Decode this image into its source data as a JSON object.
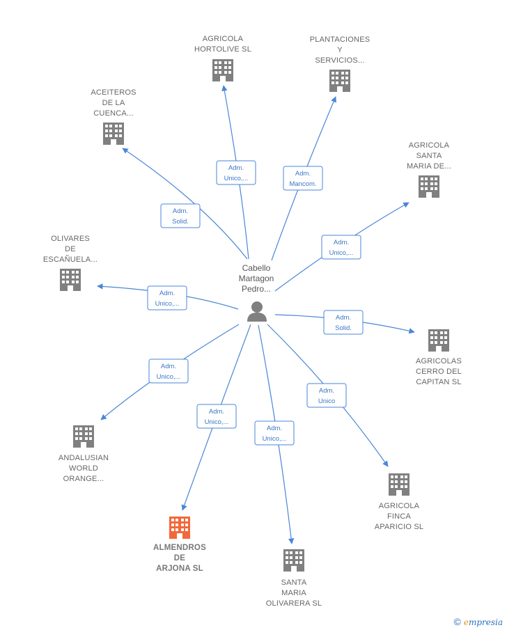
{
  "center": {
    "name_lines": [
      "Cabello",
      "Martagon",
      "Pedro..."
    ],
    "icon": "person-icon"
  },
  "companies": [
    {
      "id": "agricola-hortolive",
      "lines": [
        "AGRICOLA",
        "HORTOLIVE  SL"
      ],
      "role": [
        "Adm.",
        "Unico,..."
      ],
      "highlight": false
    },
    {
      "id": "plantaciones-y-servicios",
      "lines": [
        "PLANTACIONES",
        "Y",
        "SERVICIOS..."
      ],
      "role": [
        "Adm.",
        "Mancom."
      ],
      "highlight": false
    },
    {
      "id": "aceiteros-de-la-cuenca",
      "lines": [
        "ACEITEROS",
        "DE LA",
        "CUENCA..."
      ],
      "role": [
        "Adm.",
        "Solid."
      ],
      "highlight": false
    },
    {
      "id": "agricola-santa-maria",
      "lines": [
        "AGRICOLA",
        "SANTA",
        "MARIA DE..."
      ],
      "role": [
        "Adm.",
        "Unico,..."
      ],
      "highlight": false
    },
    {
      "id": "olivares-de-escanuela",
      "lines": [
        "OLIVARES",
        "DE",
        "ESCAÑUELA..."
      ],
      "role": [
        "Adm.",
        "Unico,..."
      ],
      "highlight": false
    },
    {
      "id": "agricolas-cerro-del-capitan",
      "lines": [
        "AGRICOLAS",
        "CERRO DEL",
        "CAPITAN  SL"
      ],
      "role": [
        "Adm.",
        "Solid."
      ],
      "highlight": false
    },
    {
      "id": "andalusian-world-orange",
      "lines": [
        "ANDALUSIAN",
        "WORLD",
        "ORANGE..."
      ],
      "role": [
        "Adm.",
        "Unico,..."
      ],
      "highlight": false
    },
    {
      "id": "agricola-finca-aparicio",
      "lines": [
        "AGRICOLA",
        "FINCA",
        "APARICIO  SL"
      ],
      "role": [
        "Adm.",
        "Unico"
      ],
      "highlight": false
    },
    {
      "id": "almendros-de-arjona",
      "lines": [
        "ALMENDROS",
        "DE",
        "ARJONA  SL"
      ],
      "role": [
        "Adm.",
        "Unico,..."
      ],
      "highlight": true
    },
    {
      "id": "santa-maria-olivarera",
      "lines": [
        "SANTA",
        "MARIA",
        "OLIVARERA  SL"
      ],
      "role": [
        "Adm.",
        "Unico,..."
      ],
      "highlight": false
    }
  ],
  "colors": {
    "edge": "#4a86d8",
    "building": "#808080",
    "building_highlight": "#f2683a",
    "person": "#808080"
  },
  "footer": {
    "copyright_symbol": "©",
    "brand_first": "e",
    "brand_rest": "mpresia"
  }
}
